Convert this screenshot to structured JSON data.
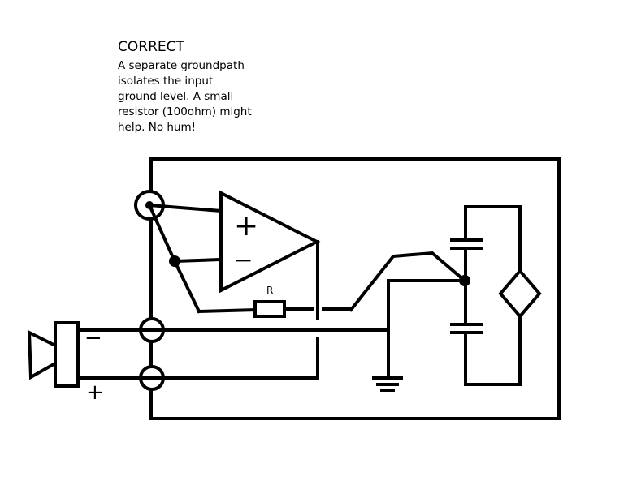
{
  "heading": "CORRECT",
  "description_lines": [
    "A separate groundpath",
    "isolates the input",
    "ground level. A small",
    "resistor (100ohm) might",
    "help. No hum!"
  ],
  "labels": {
    "opamp_plus": "+",
    "opamp_minus": "−",
    "resistor": "R",
    "jack_minus": "−",
    "jack_plus": "+"
  }
}
